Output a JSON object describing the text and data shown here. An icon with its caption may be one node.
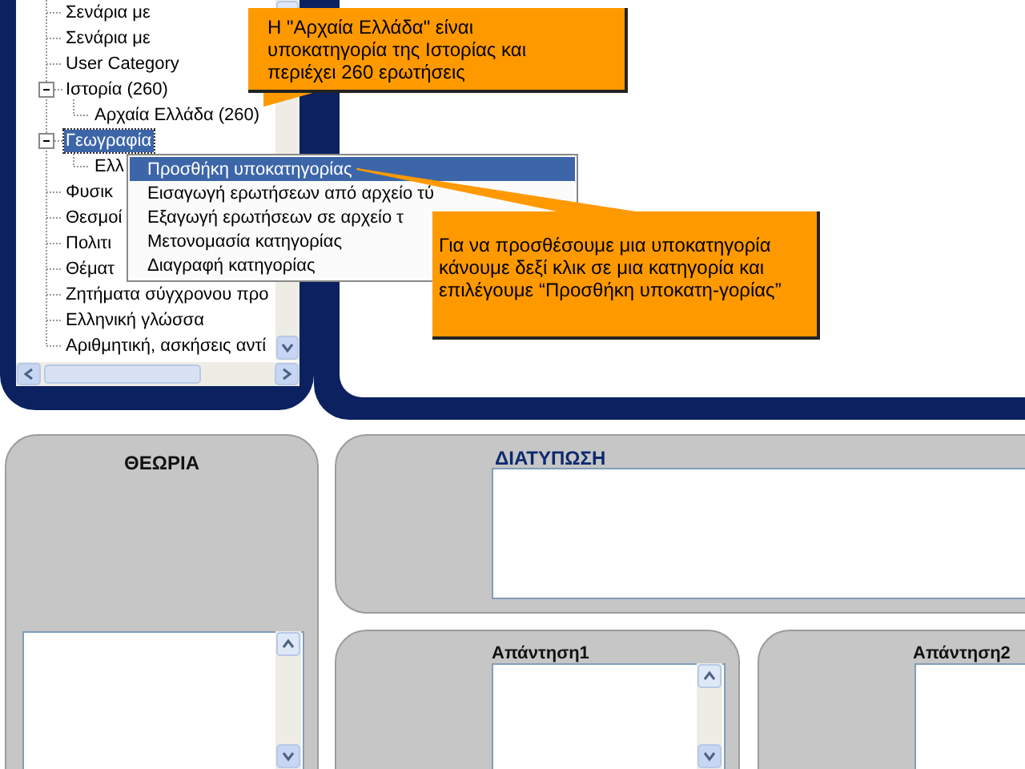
{
  "diagram": {
    "nodes": [
      {
        "text": [
          "Αρχαία Ελλάδα (260)"
        ]
      },
      {
        "text": [
          "Προσθήκη υποκατηγορίας"
        ]
      },
      {
        "text": [
          "Η \"Αρχαία Ελλάδα\" είναι υποκατηγορία της Ιστορίας και περιέχει 260 ερωτήσεις"
        ]
      },
      {
        "text": [
          "Για να προσθέσουμε μια υποκατηγορία κάνουμε δεξί κλικ σε μια κατηγορία και επιλέγουμε “Προσθήκη υποκατη-γορίας”"
        ]
      },
      {
        "text": [
          "ΘΕΩΡΙΑ"
        ]
      },
      {
        "text": [
          "ΔΙΑΤΥΠΩΣΗ"
        ]
      },
      {
        "text": [
          "Απάντηση1"
        ]
      },
      {
        "text": [
          "Απάντηση2"
        ]
      },
      {
        "text": [],
        "shape": "box",
        "in": 4
      },
      {
        "text": [],
        "shape": "box",
        "in": 5
      },
      {
        "text": [],
        "shape": "box",
        "in": 6
      },
      {
        "text": [],
        "shape": "box",
        "in": 7
      }
    ],
    "edges": [
      {
        "from": 2,
        "to": 0,
        "arrow": "none"
      },
      {
        "from": 3,
        "to": 1,
        "arrow": "none"
      }
    ],
    "labels": [
      "Σενάρια με",
      "Σενάρια με",
      "User Category",
      "Ιστορία (260)",
      "Γεωγραφία",
      "Ελλ",
      "Φυσικ",
      "Θεσμοί",
      "Πολιτι",
      "Θέματ",
      "Ζητήματα σύγχρονου προ",
      "Ελληνική γλώσσα",
      "Αριθμητική, ασκήσεις αντί",
      "Εισαγωγή ερωτήσεων από αρχείο τύ",
      "Εξαγωγή ερωτήσεων σε αρχείο τ",
      "Μετονομασία κατηγορίας",
      "Διαγραφή κατηγορίας"
    ]
  }
}
